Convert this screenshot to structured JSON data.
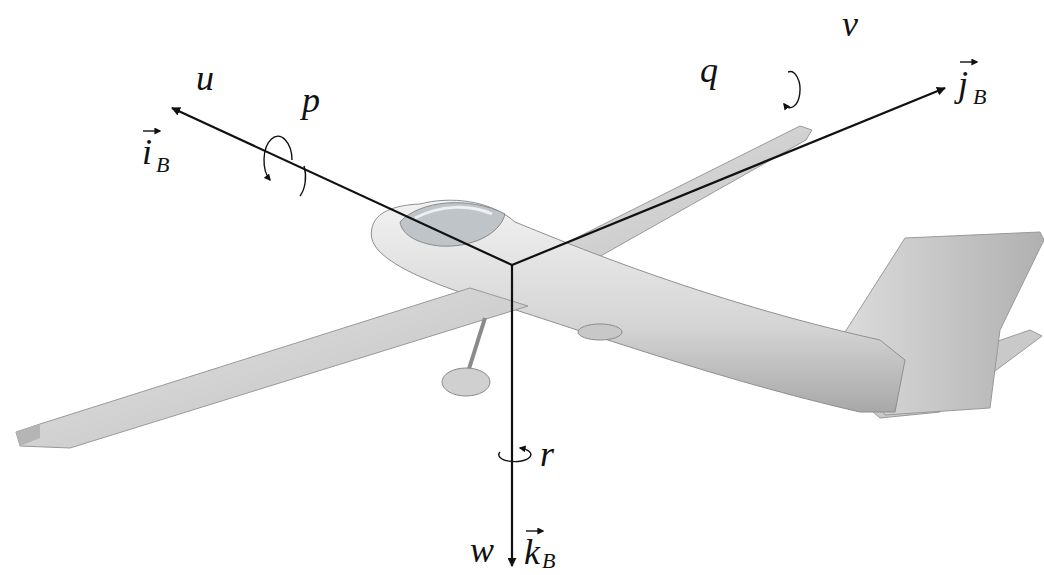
{
  "diagram": {
    "labels": [
      "u",
      "p",
      "i",
      "B",
      "q",
      "v",
      "j",
      "B",
      "r",
      "w",
      "k",
      "B"
    ]
  }
}
